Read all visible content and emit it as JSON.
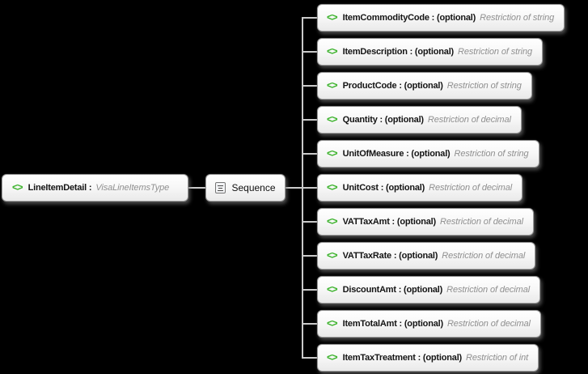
{
  "colors": {
    "background": "#000000",
    "element_icon_green": "#3cb32c",
    "connector": "#cbcbcb",
    "restriction_text": "#8f8f8f",
    "node_border": "#999999"
  },
  "icons": {
    "element_glyph": "<>"
  },
  "root": {
    "label": "LineItemDetail :",
    "type": "VisaLineItemsType"
  },
  "compositor": {
    "label": "Sequence"
  },
  "children": [
    {
      "label": "ItemCommodityCode : (optional)",
      "restriction": "Restriction of string"
    },
    {
      "label": "ItemDescription : (optional)",
      "restriction": "Restriction of string"
    },
    {
      "label": "ProductCode : (optional)",
      "restriction": "Restriction of string"
    },
    {
      "label": "Quantity : (optional)",
      "restriction": "Restriction of decimal"
    },
    {
      "label": "UnitOfMeasure : (optional)",
      "restriction": "Restriction of string"
    },
    {
      "label": "UnitCost : (optional)",
      "restriction": "Restriction of decimal"
    },
    {
      "label": "VATTaxAmt : (optional)",
      "restriction": "Restriction of decimal"
    },
    {
      "label": "VATTaxRate : (optional)",
      "restriction": "Restriction of decimal"
    },
    {
      "label": "DiscountAmt : (optional)",
      "restriction": "Restriction of decimal"
    },
    {
      "label": "ItemTotalAmt : (optional)",
      "restriction": "Restriction of decimal"
    },
    {
      "label": "ItemTaxTreatment : (optional)",
      "restriction": "Restriction of int"
    }
  ]
}
